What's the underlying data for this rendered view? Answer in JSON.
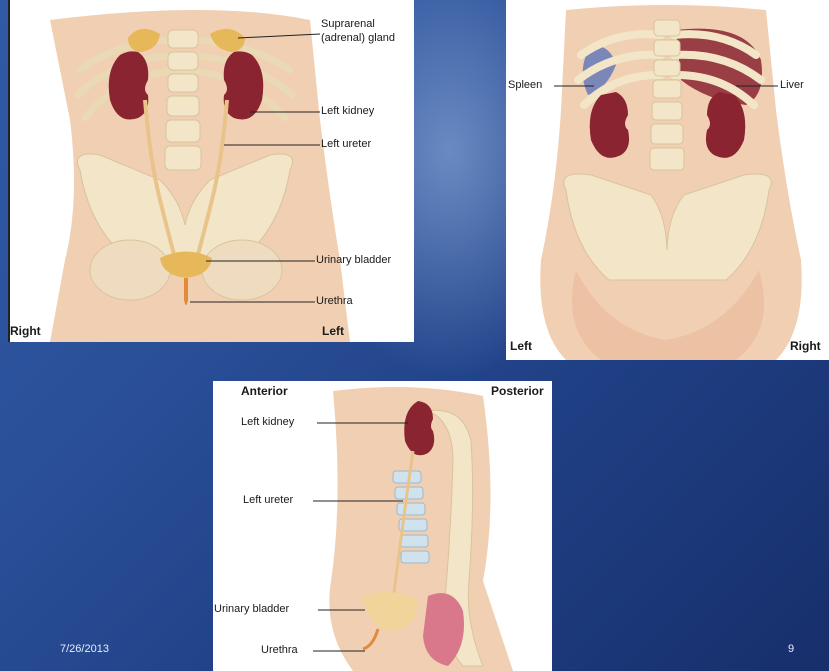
{
  "front_view": {
    "labels": {
      "adrenal_line1": "Suprarenal",
      "adrenal_line2": "(adrenal) gland",
      "left_kidney": "Left kidney",
      "left_ureter": "Left ureter",
      "urinary_bladder": "Urinary bladder",
      "urethra": "Urethra",
      "right": "Right",
      "left": "Left"
    }
  },
  "back_view": {
    "labels": {
      "spleen": "Spleen",
      "liver": "Liver",
      "left": "Left",
      "right": "Right"
    }
  },
  "side_view": {
    "labels": {
      "anterior": "Anterior",
      "posterior": "Posterior",
      "left_kidney": "Left kidney",
      "left_ureter": "Left ureter",
      "urinary_bladder": "Urinary bladder",
      "urethra": "Urethra"
    }
  },
  "footer": {
    "date": "7/26/2013",
    "page_number": "9"
  },
  "colors": {
    "background_top": "#2f5aa6",
    "background_bottom": "#172f6b",
    "skin": "#f1cfb3",
    "bone": "#f3e6c8",
    "kidney": "#8a2430",
    "adrenal": "#e7b85a"
  }
}
